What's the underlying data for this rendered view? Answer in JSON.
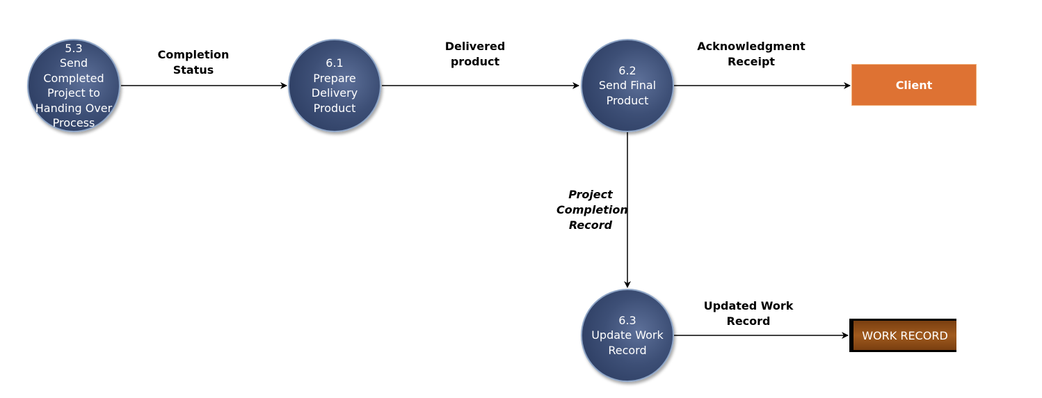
{
  "diagram": {
    "processes": [
      {
        "id": "p53",
        "lines": [
          "5.3",
          "Send",
          "Completed",
          "Project to",
          "Handing Over",
          "Process"
        ]
      },
      {
        "id": "p61",
        "lines": [
          "6.1",
          "Prepare",
          "Delivery",
          "Product"
        ]
      },
      {
        "id": "p62",
        "lines": [
          "6.2",
          "Send Final",
          "Product"
        ]
      },
      {
        "id": "p63",
        "lines": [
          "6.3",
          "Update Work",
          "Record"
        ]
      }
    ],
    "flows": [
      {
        "lines": [
          "Completion",
          "Status"
        ]
      },
      {
        "lines": [
          "Delivered",
          "product"
        ]
      },
      {
        "lines": [
          "Acknowledgment",
          "Receipt"
        ]
      },
      {
        "lines": [
          "Project",
          "Completion",
          "Record"
        ]
      },
      {
        "lines": [
          "Updated Work",
          "Record"
        ]
      }
    ],
    "external_entity": {
      "label": "Client",
      "color": "#de7233"
    },
    "data_store": {
      "label": "WORK RECORD",
      "color": "#a05a1e"
    },
    "colors": {
      "process_fill": "#3d4f76",
      "process_border": "#8fa6c7",
      "line": "#000000"
    }
  }
}
